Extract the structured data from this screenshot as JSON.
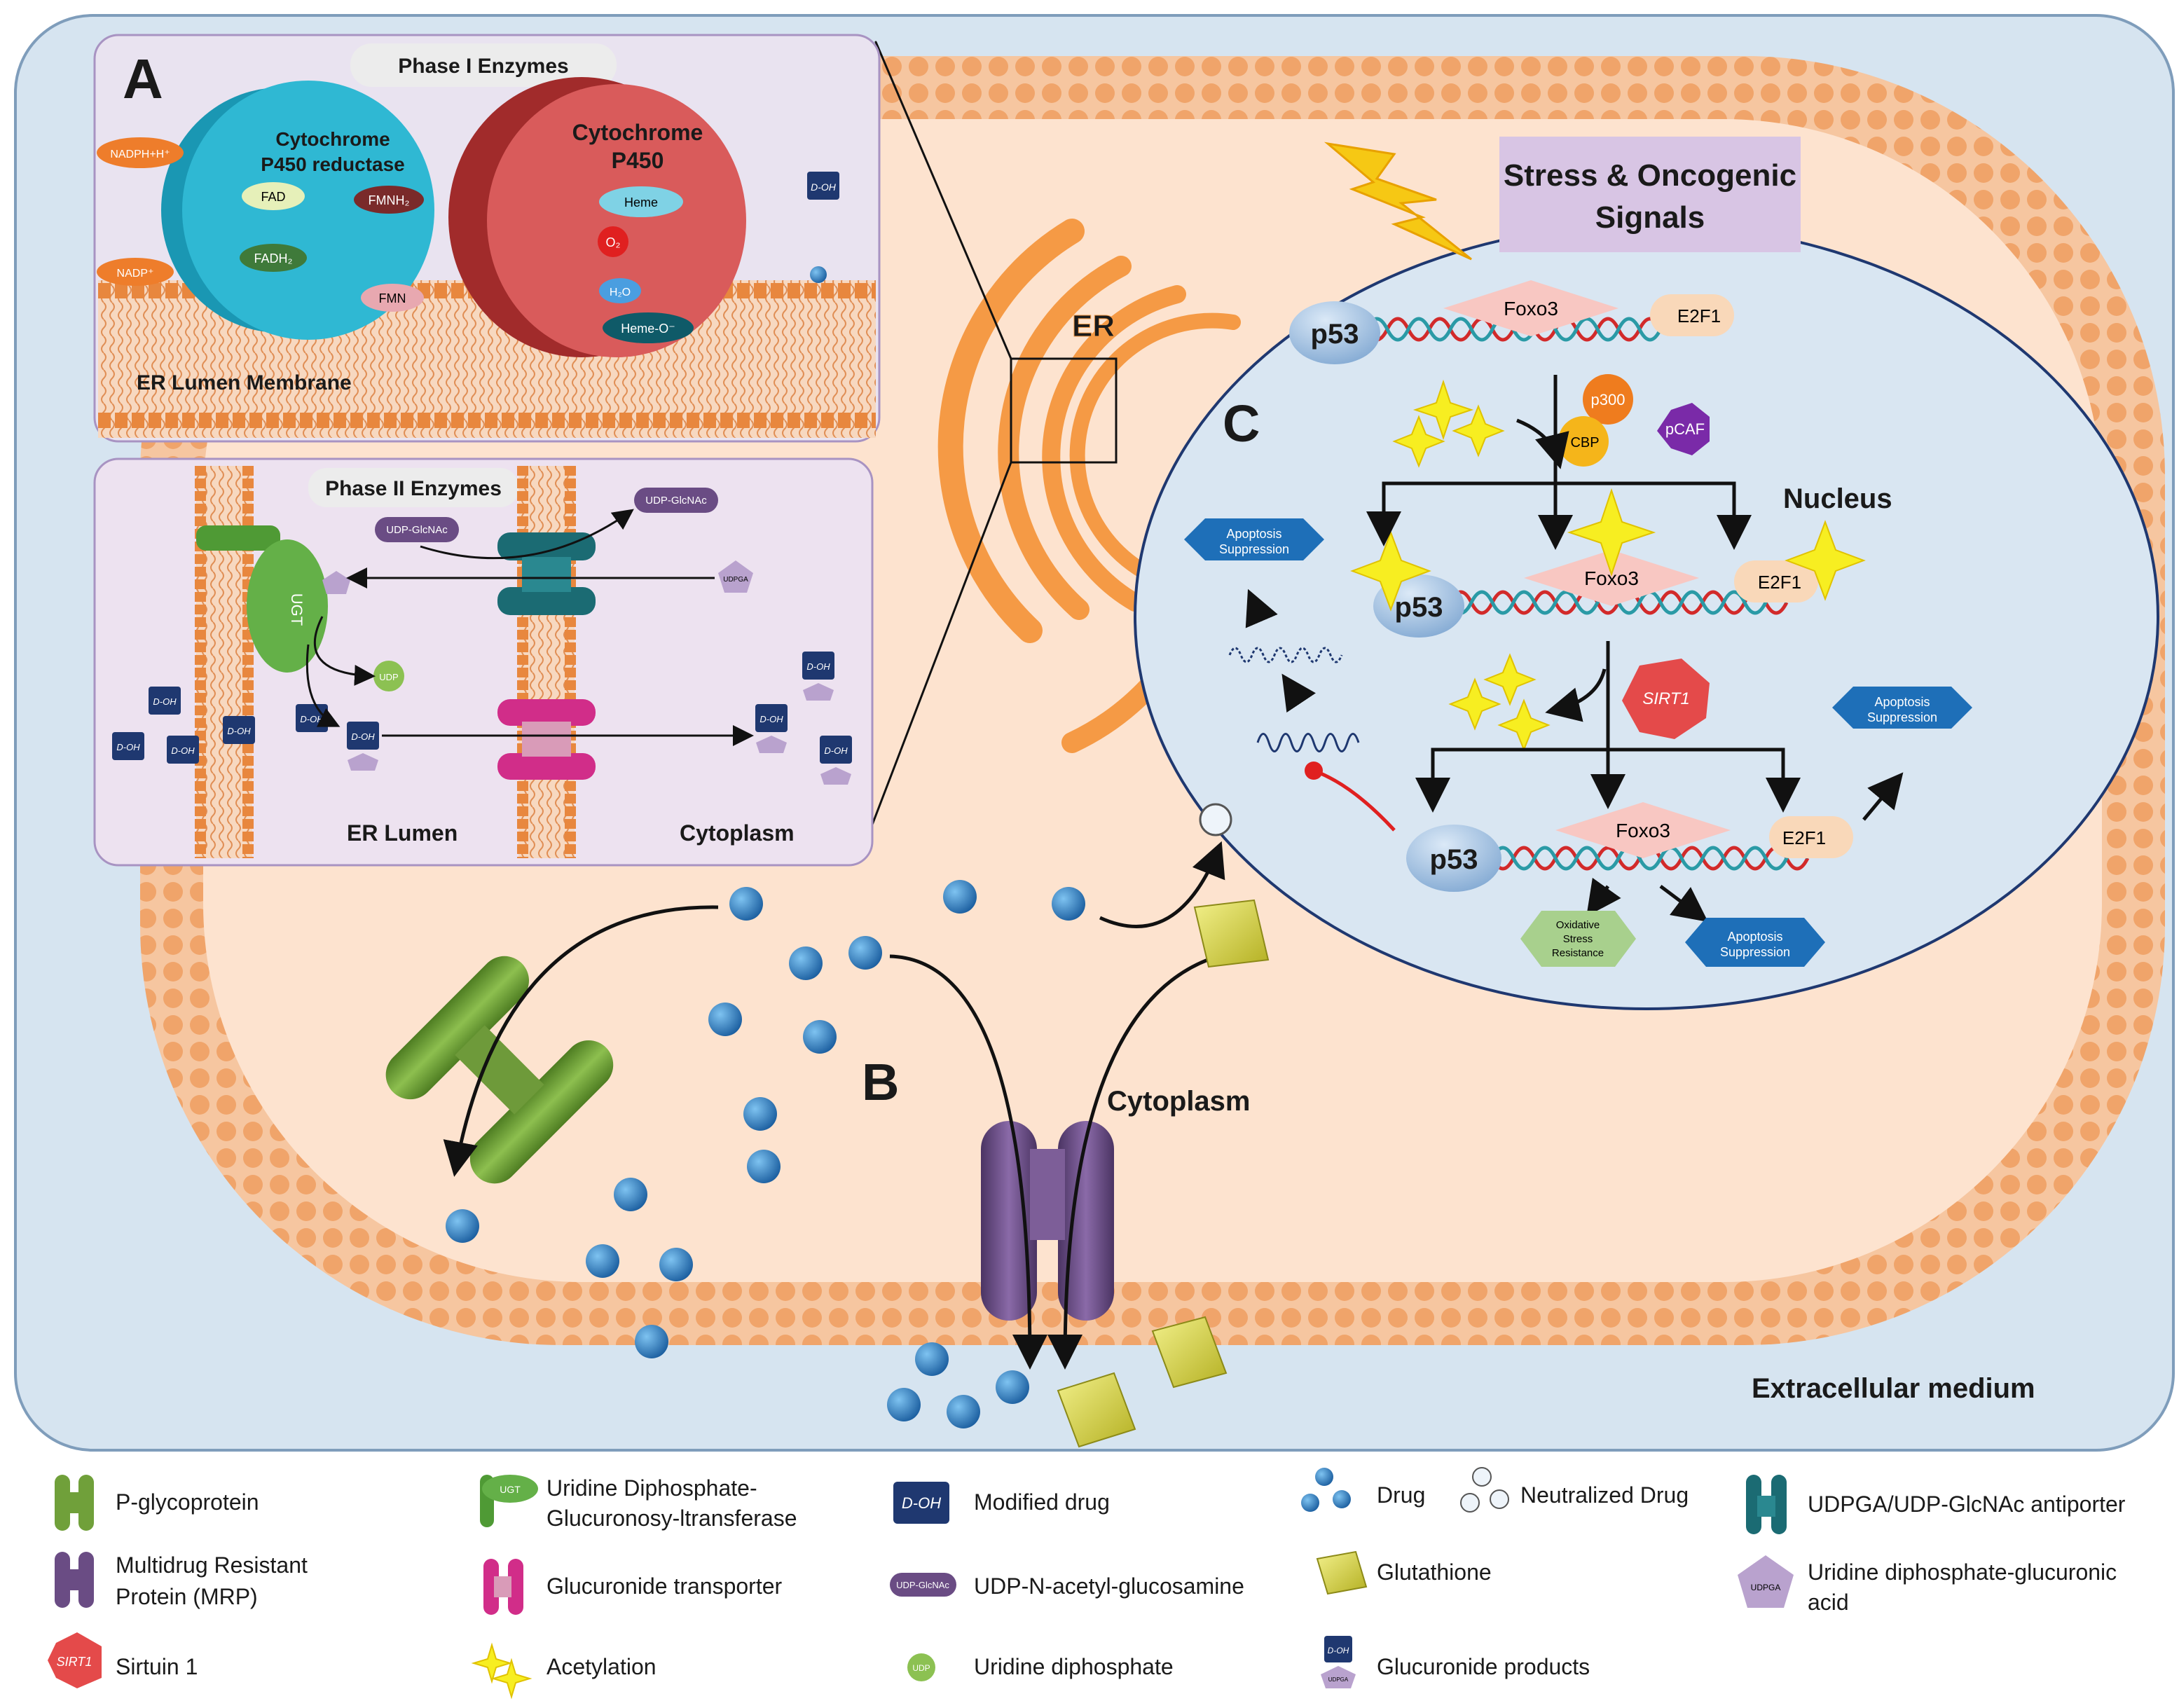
{
  "panels": {
    "a": {
      "letter": "A",
      "title": "Phase I Enzymes",
      "reductase_l1": "Cytochrome",
      "reductase_l2": "P450 reductase",
      "p450_l1": "Cytochrome",
      "p450_l2": "P450",
      "nadph": "NADPH+H⁺",
      "nadp": "NADP⁺",
      "fad": "FAD",
      "fadh2": "FADH₂",
      "fmnh2": "FMNH₂",
      "fmn": "FMN",
      "heme": "Heme",
      "o2": "O₂",
      "h2o": "H₂O",
      "heme_o": "Heme-O⁻",
      "doh": "D-OH",
      "membrane": "ER Lumen Membrane"
    },
    "a2": {
      "title": "Phase II Enzymes",
      "udp_glcnac": "UDP-GlcNAc",
      "udpga": "UDPGA",
      "ugt": "UGT",
      "udp": "UDP",
      "doh": "D-OH",
      "er_lumen": "ER Lumen",
      "cytoplasm": "Cytoplasm"
    },
    "b": {
      "letter": "B",
      "cytoplasm": "Cytoplasm",
      "extracellular": "Extracellular medium",
      "er": "ER"
    },
    "c": {
      "letter": "C",
      "stress_l1": "Stress & Oncogenic",
      "stress_l2": "Signals",
      "nucleus": "Nucleus",
      "p53": "p53",
      "foxo3": "Foxo3",
      "e2f1": "E2F1",
      "p300": "p300",
      "cbp": "CBP",
      "pcaf": "pCAF",
      "sirt1": "SIRT1",
      "apop_l1": "Apoptosis",
      "apop_l2": "Suppression",
      "ox_l1": "Oxidative",
      "ox_l2": "Stress",
      "ox_l3": "Resistance"
    }
  },
  "legend": {
    "pgp": "P-glycoprotein",
    "mrp_l1": "Multidrug Resistant",
    "mrp_l2": "Protein (MRP)",
    "sirt1": "Sirtuin 1",
    "ugt_l1": "Uridine Diphosphate-",
    "ugt_l2": "Glucuronosy-ltransferase",
    "glut": "Glucuronide transporter",
    "acetyl": "Acetylation",
    "moddrug": "Modified drug",
    "glcnac": "UDP-N-acetyl-glucosamine",
    "udp": "Uridine diphosphate",
    "drug": "Drug",
    "neutral": "Neutralized Drug",
    "gsh": "Glutathione",
    "products": "Glucuronide products",
    "antiporter": "UDPGA/UDP-GlcNAc antiporter",
    "udpga_l1": "Uridine diphosphate-glucuronic",
    "udpga_l2": "acid",
    "icon_doh": "D-OH",
    "icon_ugt": "UGT",
    "icon_glcnac": "UDP-GlcNAc",
    "icon_udp": "UDP",
    "icon_udpga": "UDPGA",
    "icon_sirt1": "SIRT1"
  },
  "colors": {
    "cell_bg": "#d6e4f0",
    "membrane": "#f4b183",
    "cytoplasm": "#fde3cf",
    "nucleus": "#d9e6f2",
    "pgp": "#70a03a",
    "mrp": "#6a4c84",
    "drug": "#2f7fc1",
    "gsh": "#d8d64a",
    "doh": "#1f3870"
  }
}
